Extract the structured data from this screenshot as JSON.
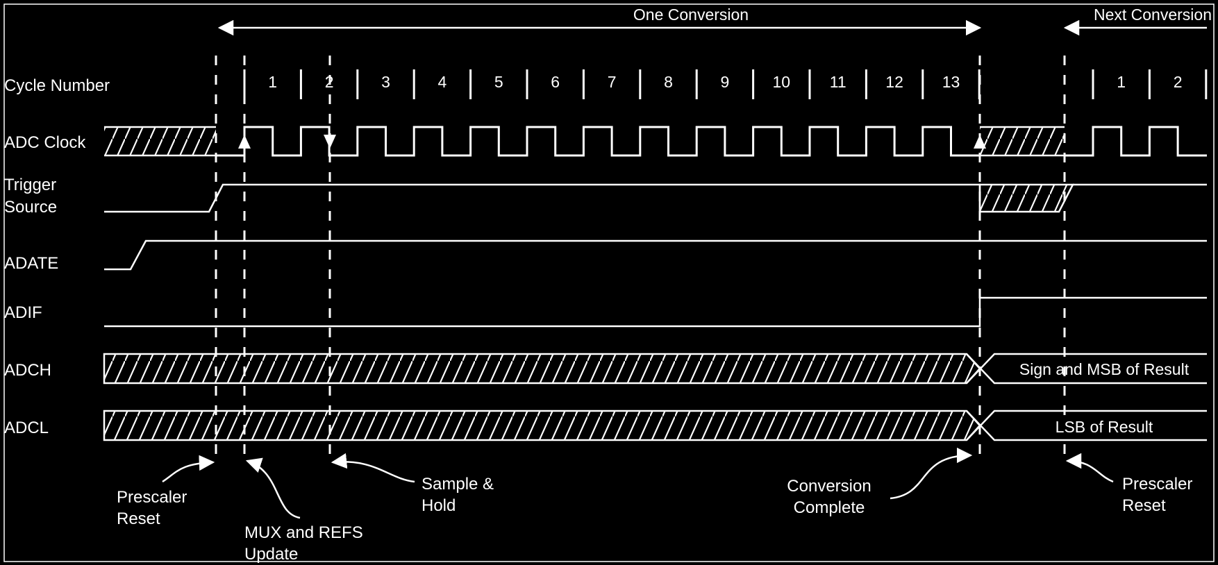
{
  "colors": {
    "background": "#000000",
    "foreground": "#ffffff"
  },
  "header": {
    "one_conversion": "One Conversion",
    "next_conversion": "Next Conversion"
  },
  "cycle_row": {
    "label": "Cycle Number",
    "numbers": [
      "1",
      "2",
      "3",
      "4",
      "5",
      "6",
      "7",
      "8",
      "9",
      "10",
      "11",
      "12",
      "13"
    ],
    "next_numbers": [
      "1",
      "2"
    ]
  },
  "signals": {
    "adc_clock": "ADC Clock",
    "trigger_line1": "Trigger",
    "trigger_line2": "Source",
    "adate": "ADATE",
    "adif": "ADIF",
    "adch": "ADCH",
    "adcl": "ADCL"
  },
  "results": {
    "adch_text": "Sign and MSB of Result",
    "adcl_text": "LSB of Result"
  },
  "annotations": {
    "prescaler_reset_1_line1": "Prescaler",
    "prescaler_reset_1_line2": "Reset",
    "mux_refs_line1": "MUX and REFS",
    "mux_refs_line2": "Update",
    "sample_hold_line1": "Sample &",
    "sample_hold_line2": "Hold",
    "conversion_complete_line1": "Conversion",
    "conversion_complete_line2": "Complete",
    "prescaler_reset_2_line1": "Prescaler",
    "prescaler_reset_2_line2": "Reset"
  }
}
